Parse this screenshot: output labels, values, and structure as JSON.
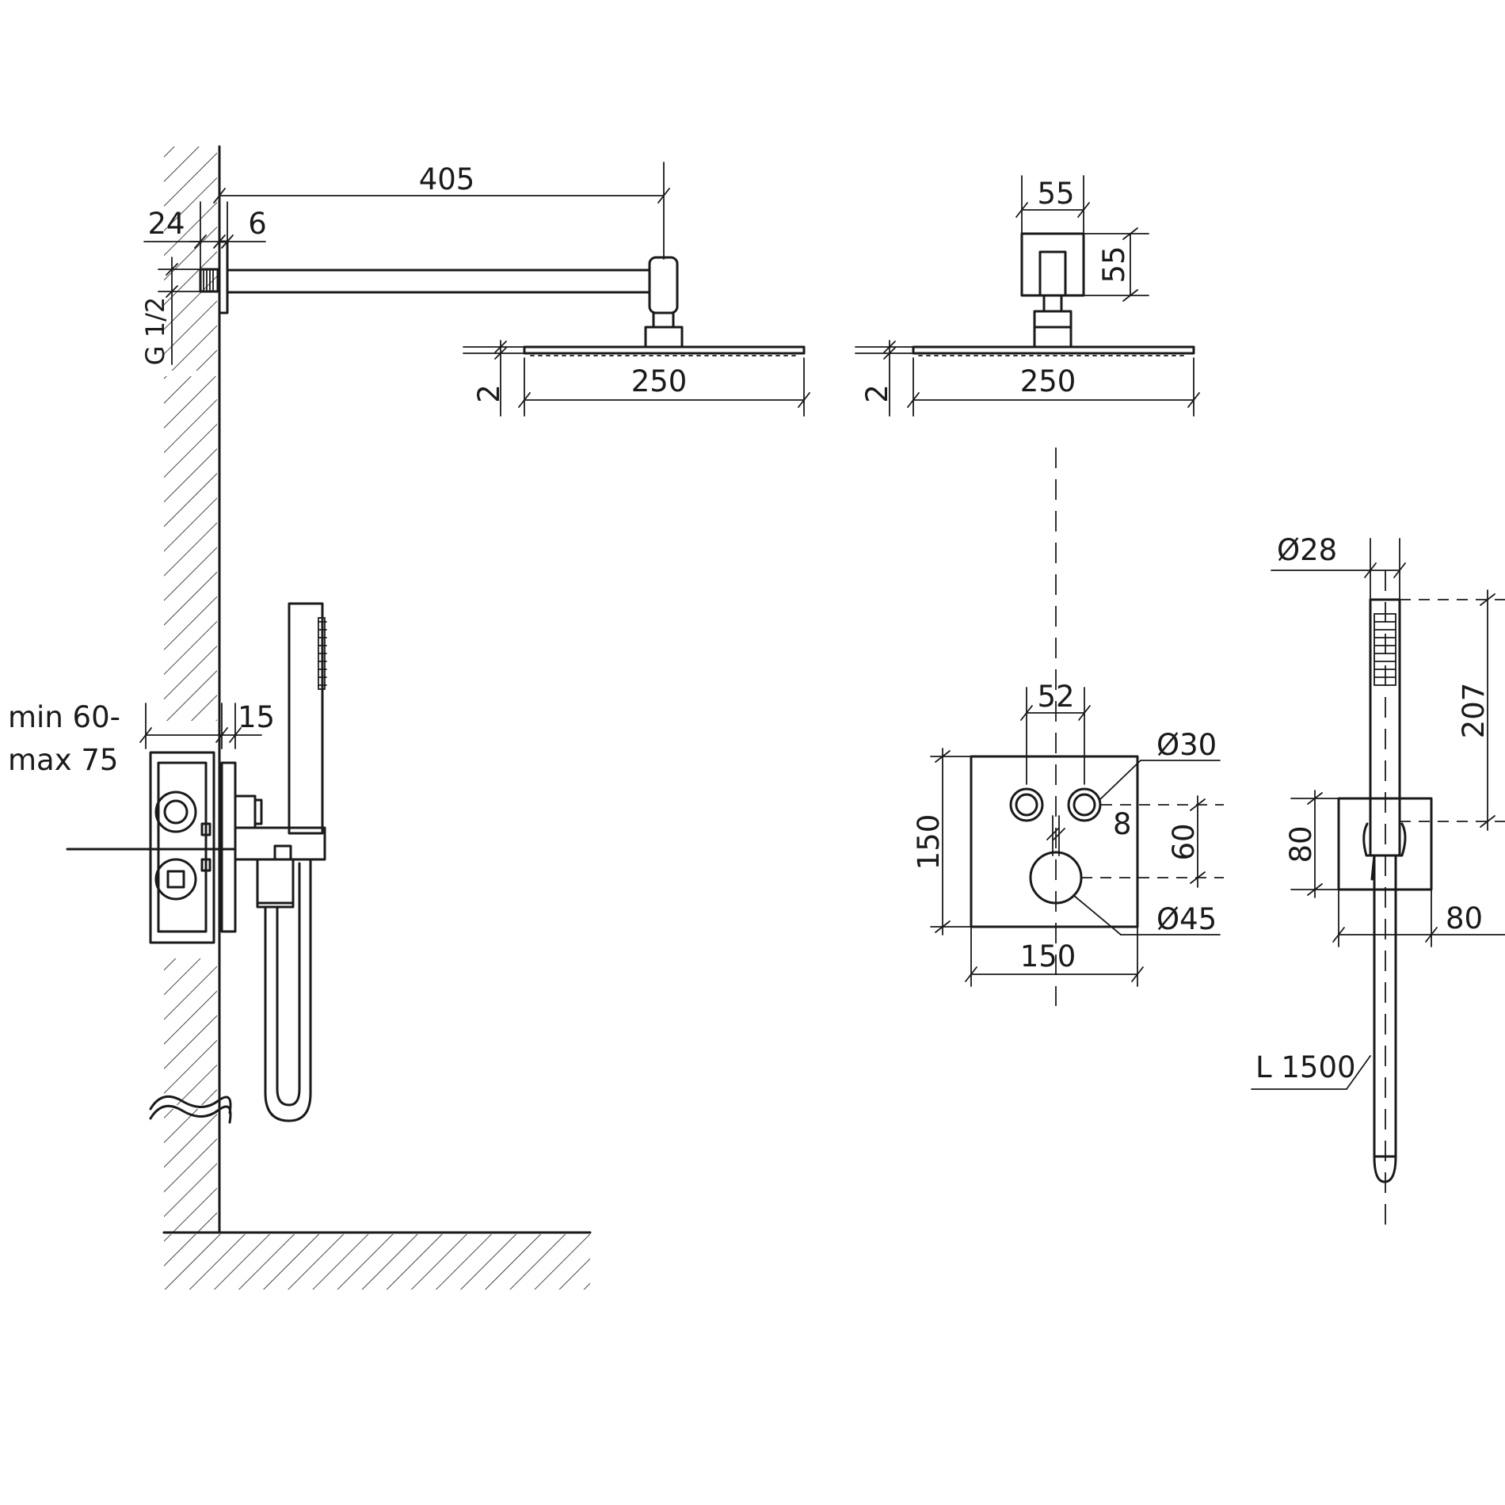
{
  "dimensions": {
    "arm_length": "405",
    "wall_flange_offset": "24",
    "flange_thickness": "6",
    "thread": "G 1/2",
    "head_thickness_side": "2",
    "head_width_side": "250",
    "connector_width": "55",
    "connector_height": "55",
    "head_thickness_front": "2",
    "head_width_front": "250",
    "hand_shower_diameter": "Ø28",
    "hand_shower_length": "207",
    "plate_knob_spacing": "52",
    "knob_small_diameter": "Ø30",
    "knob_offset": "8",
    "plate_height": "150",
    "knob_vertical_spacing": "60",
    "knob_large_diameter": "Ø45",
    "plate_width": "150",
    "holder_height": "80",
    "holder_width": "80",
    "hose_length": "L 1500",
    "box_depth_min": "min 60-",
    "box_depth_max": "max 75",
    "plate_projection": "15"
  }
}
